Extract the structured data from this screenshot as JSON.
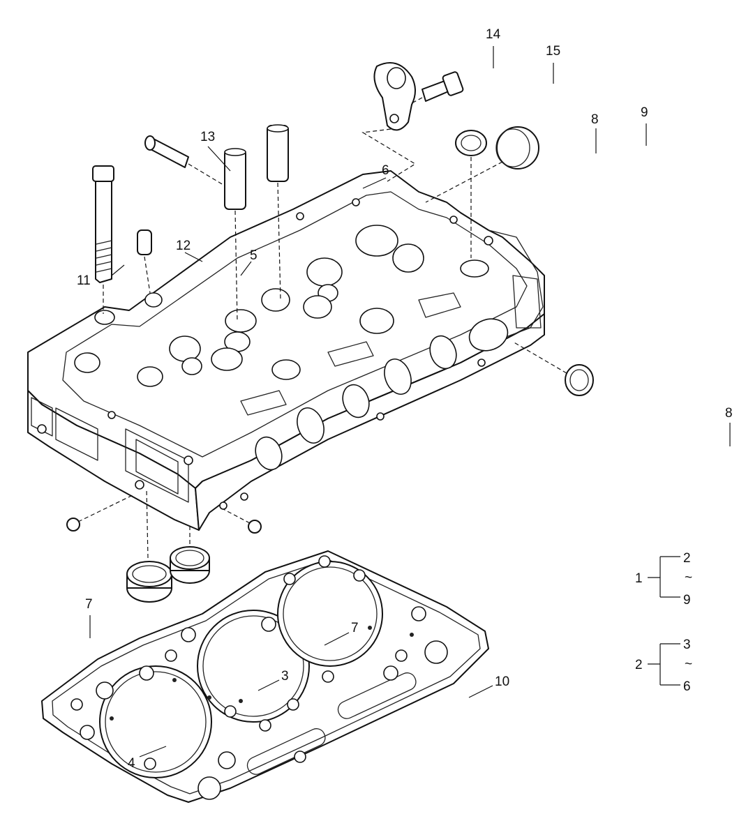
{
  "callouts": [
    {
      "id": "14",
      "text": "14"
    },
    {
      "id": "15",
      "text": "15"
    },
    {
      "id": "8a",
      "text": "8"
    },
    {
      "id": "9",
      "text": "9"
    },
    {
      "id": "13",
      "text": "13"
    },
    {
      "id": "6a",
      "text": "6"
    },
    {
      "id": "12",
      "text": "12"
    },
    {
      "id": "5",
      "text": "5"
    },
    {
      "id": "11",
      "text": "11"
    },
    {
      "id": "8b",
      "text": "8"
    },
    {
      "id": "7a",
      "text": "7"
    },
    {
      "id": "7b",
      "text": "7"
    },
    {
      "id": "3",
      "text": "3"
    },
    {
      "id": "10",
      "text": "10"
    },
    {
      "id": "4",
      "text": "4"
    }
  ],
  "legend": {
    "group1": {
      "parent": "1",
      "from": "2",
      "sep": "~",
      "to": "9"
    },
    "group2": {
      "parent": "2",
      "from": "3",
      "sep": "~",
      "to": "6"
    }
  }
}
